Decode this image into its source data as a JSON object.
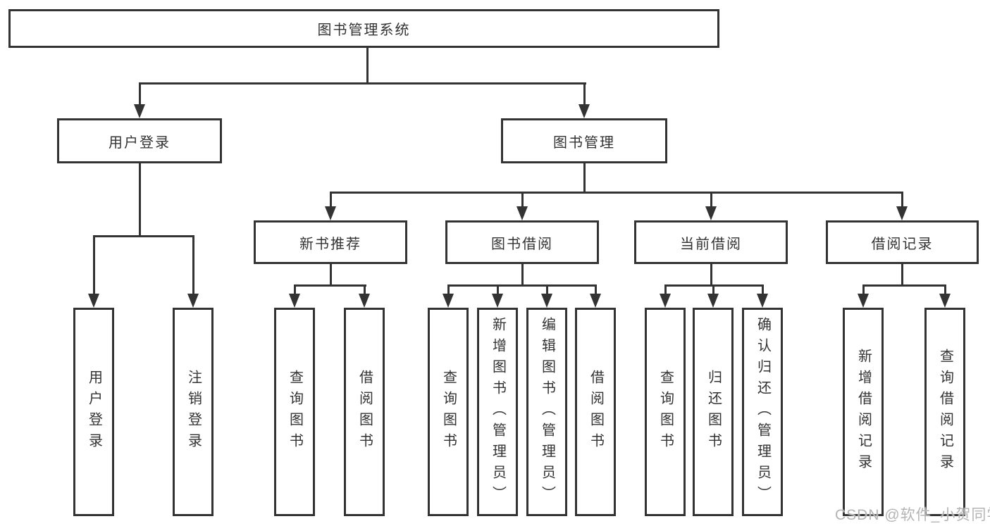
{
  "tree": {
    "root": {
      "label": "图书管理系统"
    },
    "children": [
      {
        "label": "用户登录",
        "children": [
          {
            "label": "用户登录"
          },
          {
            "label": "注销登录"
          }
        ]
      },
      {
        "label": "图书管理",
        "children": [
          {
            "label": "新书推荐",
            "children": [
              {
                "label": "查询图书"
              },
              {
                "label": "借阅图书"
              }
            ]
          },
          {
            "label": "图书借阅",
            "children": [
              {
                "label": "查询图书"
              },
              {
                "label": "新增图书（管理员）"
              },
              {
                "label": "编辑图书（管理员）"
              },
              {
                "label": "借阅图书"
              }
            ]
          },
          {
            "label": "当前借阅",
            "children": [
              {
                "label": "查询图书"
              },
              {
                "label": "归还图书"
              },
              {
                "label": "确认归还（管理员）"
              }
            ]
          },
          {
            "label": "借阅记录",
            "children": [
              {
                "label": "新增借阅记录"
              },
              {
                "label": "查询借阅记录"
              }
            ]
          }
        ]
      }
    ]
  },
  "watermark": {
    "text": "CSDN @软件_小贺同学"
  },
  "colors": {
    "line": "#333333",
    "text": "#333333",
    "watermark": "#b4b4b4",
    "background": "#ffffff"
  }
}
